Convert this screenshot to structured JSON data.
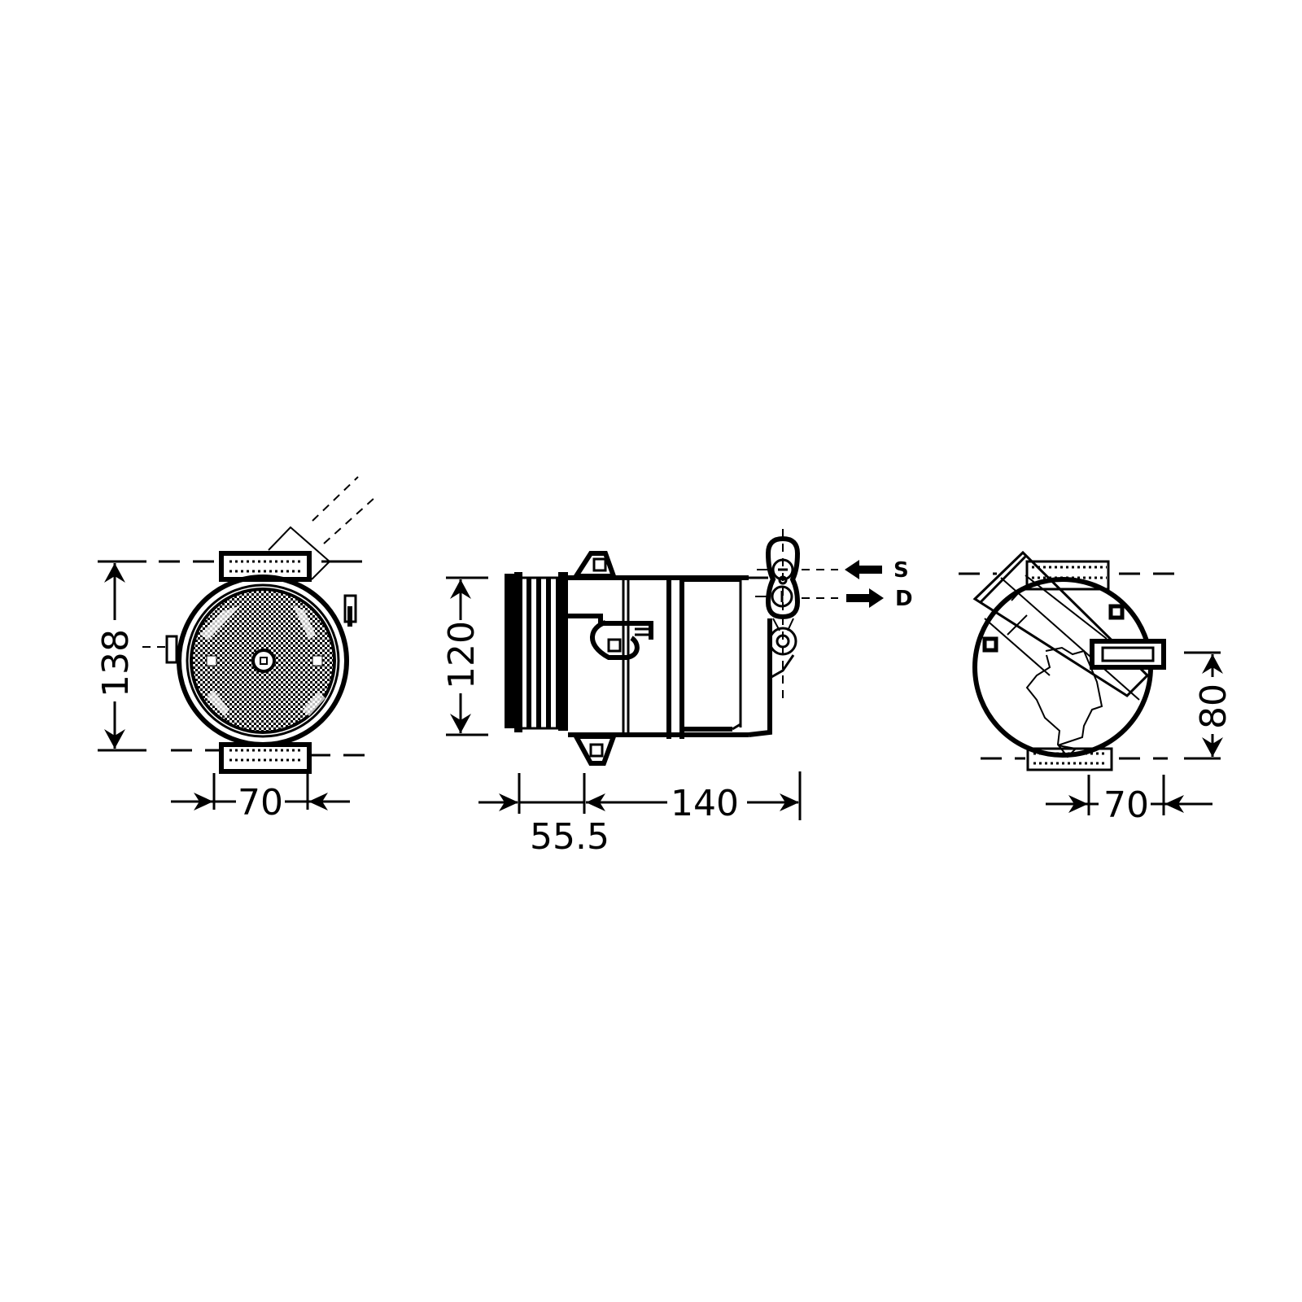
{
  "drawing": {
    "subject": "A/C compressor technical drawing",
    "views": [
      {
        "name": "front-view",
        "description": "Pulley face view"
      },
      {
        "name": "side-view",
        "description": "Side elevation with ports"
      },
      {
        "name": "rear-view",
        "description": "Rear end view"
      }
    ],
    "dimensions": {
      "front_height": "138",
      "front_width": "70",
      "side_height": "120",
      "side_pulley_offset": "55.5",
      "side_length": "140",
      "rear_height": "80",
      "rear_width": "70"
    },
    "ports": {
      "suction_label": "S",
      "discharge_label": "D"
    },
    "colors": {
      "line": "#000000",
      "background": "#ffffff"
    }
  }
}
